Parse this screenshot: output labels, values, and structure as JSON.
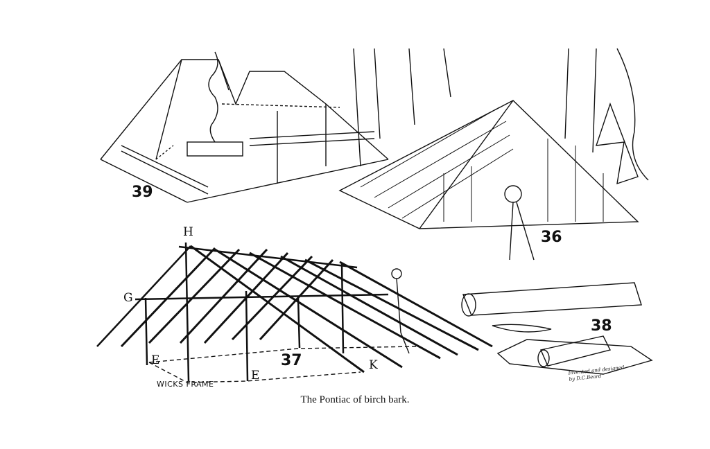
{
  "figures": {
    "fig39": {
      "number": "39"
    },
    "fig36": {
      "number": "36"
    },
    "fig37": {
      "number": "37",
      "label": "WICKS FRAME",
      "letters": [
        "H",
        "G",
        "E",
        "E",
        "K"
      ]
    },
    "fig38": {
      "number": "38"
    }
  },
  "signature": "Invented and designed by D.C.Beard",
  "caption": "The Pontiac of birch bark."
}
